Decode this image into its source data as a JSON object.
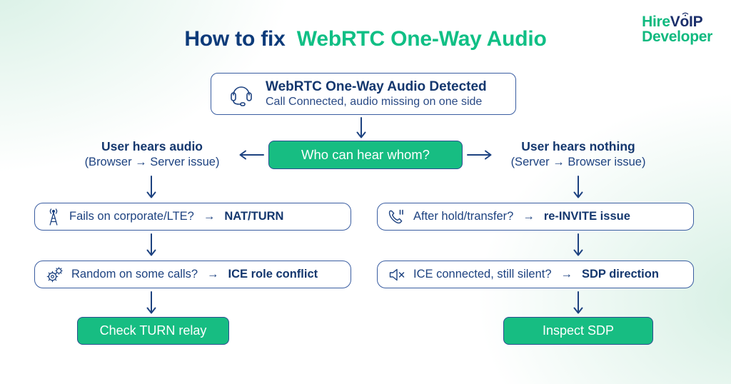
{
  "page": {
    "title_prefix": "How to fix",
    "title_highlight": "WebRTC One-Way Audio"
  },
  "logo": {
    "hire": "Hire",
    "v": "V",
    "o": "o",
    "ip": "IP",
    "line2": "Developer"
  },
  "colors": {
    "navy_text": "#14376e",
    "navy_border": "#3a5da1",
    "green": "#17bd82",
    "title_green": "#10bf85",
    "mint_background": "#d5efe3",
    "white": "#ffffff"
  },
  "icons": {
    "root": "headset-icon",
    "left_step_1": "antenna-icon",
    "left_step_2": "gears-icon",
    "right_step_1": "phone-hold-icon",
    "right_step_2": "muted-speaker-icon",
    "logo_mark": "wifi-icon"
  },
  "flow": {
    "root": {
      "title": "WebRTC One-Way Audio Detected",
      "subtitle": "Call Connected, audio missing on one side"
    },
    "decision": {
      "label": "Who can hear whom?"
    },
    "left": {
      "heading": "User hears audio",
      "subheading": "(Browser → Server issue)",
      "steps": [
        {
          "question": "Fails on corporate/LTE?",
          "separator": "→",
          "answer": "NAT/TURN"
        },
        {
          "question": "Random on some calls?",
          "separator": "→",
          "answer": "ICE role conflict"
        }
      ],
      "action": "Check TURN relay"
    },
    "right": {
      "heading": "User hears nothing",
      "subheading": "(Server → Browser issue)",
      "steps": [
        {
          "question": "After hold/transfer?",
          "separator": "→",
          "answer": "re-INVITE issue"
        },
        {
          "question": "ICE connected, still silent?",
          "separator": "→",
          "answer": "SDP direction"
        }
      ],
      "action": "Inspect SDP"
    }
  }
}
